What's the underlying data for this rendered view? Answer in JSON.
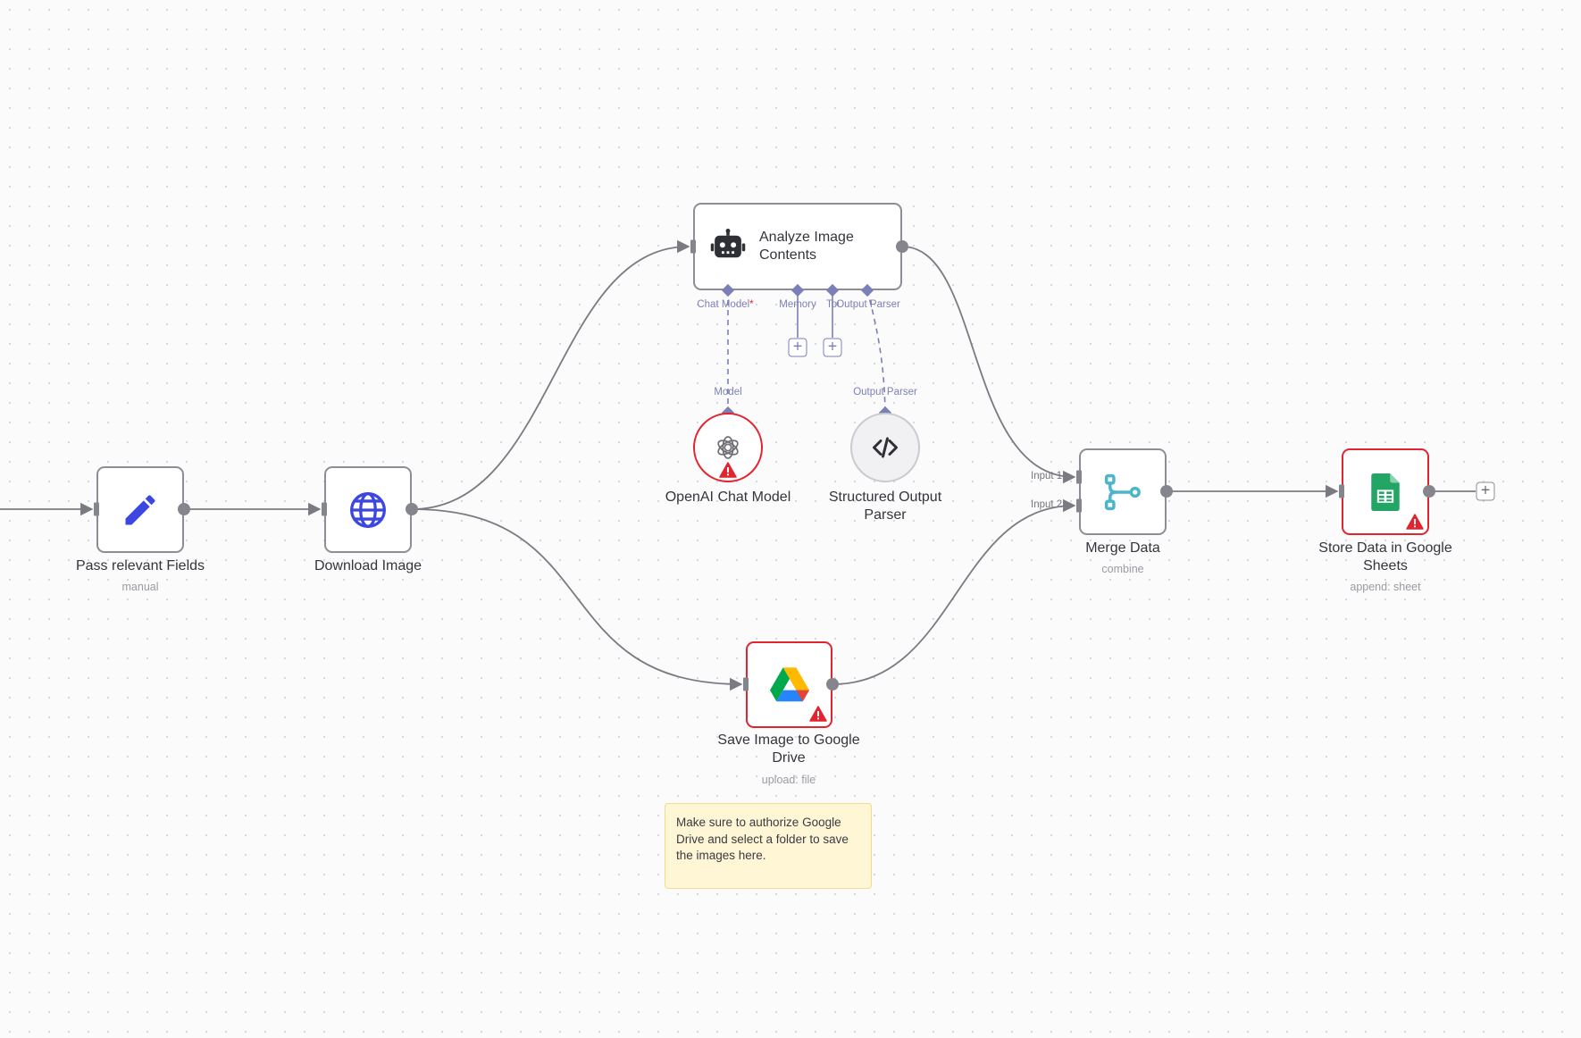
{
  "canvas": {
    "background_color": "#fbfbfc",
    "edge_color": "#7a7a82",
    "sub_edge_color": "#7b7fb8",
    "error_color": "#e2242f"
  },
  "nodes": {
    "pass_fields": {
      "label": "Pass relevant Fields",
      "subtitle": "manual",
      "icon": "pencil-icon",
      "icon_color": "#3c46e0"
    },
    "download_image": {
      "label": "Download Image",
      "subtitle": "",
      "icon": "globe-icon",
      "icon_color": "#3c46e0"
    },
    "analyze_image": {
      "label_line1": "Analyze Image",
      "label_line2": "Contents",
      "icon": "robot-icon",
      "sub_inputs": {
        "chat_model": "Chat Model",
        "chat_model_required": "*",
        "memory": "Memory",
        "tool": "Tool",
        "output_parser": "Output Parser"
      }
    },
    "openai_chat_model": {
      "label": "OpenAI Chat Model",
      "connector_label": "Model",
      "icon": "openai-icon",
      "has_error": true
    },
    "structured_output_parser": {
      "label_line1": "Structured Output",
      "label_line2": "Parser",
      "connector_label": "Output Parser",
      "icon": "code-icon"
    },
    "save_google_drive": {
      "label_line1": "Save Image to Google",
      "label_line2": "Drive",
      "subtitle": "upload: file",
      "icon": "google-drive-icon",
      "has_error": true
    },
    "merge_data": {
      "label": "Merge Data",
      "subtitle": "combine",
      "input1": "Input 1",
      "input2": "Input 2",
      "icon": "merge-icon",
      "icon_color": "#4bb6c9"
    },
    "store_google_sheets": {
      "label_line1": "Store Data in Google",
      "label_line2": "Sheets",
      "subtitle": "append: sheet",
      "icon": "google-sheets-icon",
      "icon_color": "#23a566",
      "has_error": true
    }
  },
  "sticky_note": {
    "text": "Make sure to authorize Google Drive and select a folder to save the images here.",
    "background": "#fff6d6"
  },
  "add_buttons": {
    "symbol": "+"
  }
}
